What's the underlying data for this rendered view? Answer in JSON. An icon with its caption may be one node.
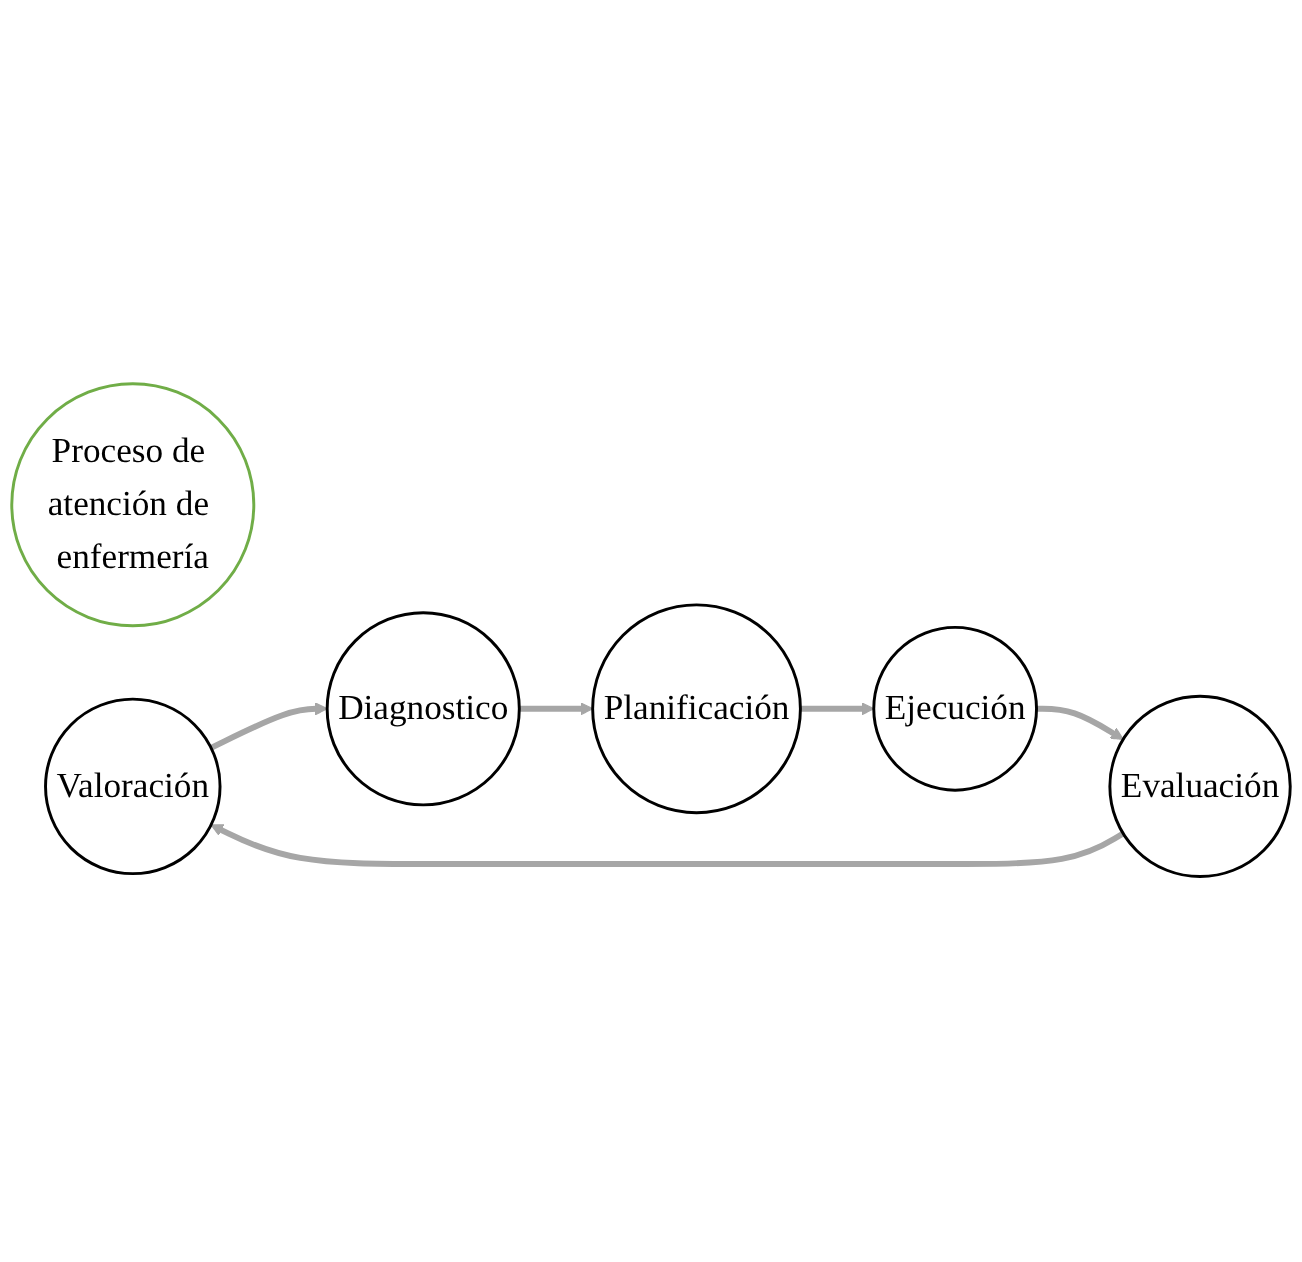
{
  "diagram": {
    "nodes": [
      {
        "text": [
          "Proceso de atención de enfermería"
        ]
      },
      {
        "text": [
          "Valoración"
        ]
      },
      {
        "text": [
          "Diagnostico"
        ]
      },
      {
        "text": [
          "Planificación"
        ]
      },
      {
        "text": [
          "Ejecución"
        ]
      },
      {
        "text": [
          "Evaluación"
        ]
      }
    ],
    "edges": [
      {
        "from": 1,
        "to": 2,
        "arrow": "to"
      },
      {
        "from": 2,
        "to": 3,
        "arrow": "to"
      },
      {
        "from": 3,
        "to": 4,
        "arrow": "to"
      },
      {
        "from": 4,
        "to": 5,
        "arrow": "to"
      },
      {
        "from": 5,
        "to": 1,
        "arrow": "to"
      }
    ]
  }
}
